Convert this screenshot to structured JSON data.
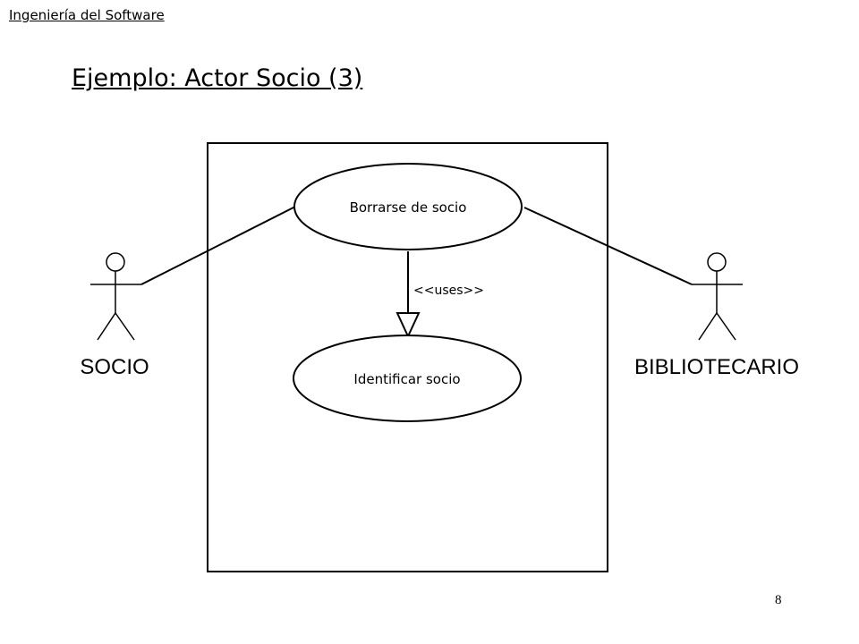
{
  "header": {
    "course_title": "Ingeniería del Software"
  },
  "slide": {
    "title": "Ejemplo: Actor Socio (3)",
    "page_number": "8"
  },
  "diagram": {
    "actors": [
      {
        "id": "socio",
        "label": "SOCIO"
      },
      {
        "id": "bibliotecario",
        "label": "BIBLIOTECARIO"
      }
    ],
    "use_cases": [
      {
        "id": "borrarse",
        "label": "Borrarse de socio"
      },
      {
        "id": "identificar",
        "label": "Identificar socio"
      }
    ],
    "relationships": [
      {
        "from": "borrarse",
        "to": "identificar",
        "label": "<<uses>>"
      }
    ]
  }
}
